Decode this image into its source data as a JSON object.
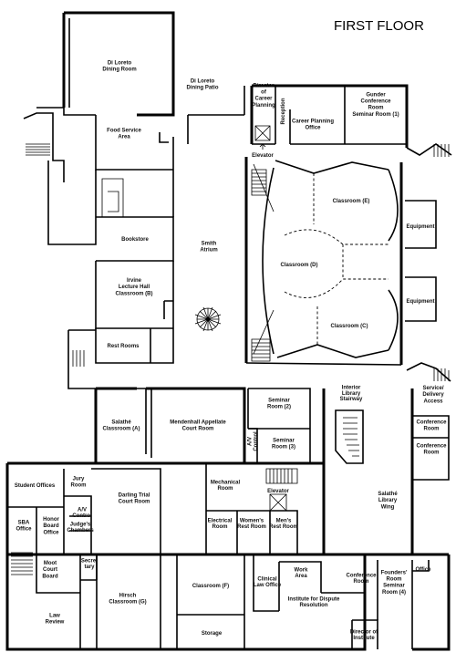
{
  "title": "FIRST FLOOR",
  "rooms": [
    {
      "id": "di-loreto-dining-room",
      "lines": [
        "Di Loreto",
        "Dining Room"
      ]
    },
    {
      "id": "di-loreto-dining-patio",
      "lines": [
        "Di Loreto",
        "Dining Patio"
      ]
    },
    {
      "id": "director-of-career-planning",
      "lines": [
        "Director",
        "of",
        "Career",
        "Planning"
      ]
    },
    {
      "id": "reception",
      "lines": [
        "Reception"
      ]
    },
    {
      "id": "career-planning-office",
      "lines": [
        "Career Planning",
        "Office"
      ]
    },
    {
      "id": "gunder-conference-room",
      "lines": [
        "Gunder",
        "Conference",
        "Room",
        "Seminar Room (1)"
      ]
    },
    {
      "id": "food-service-area",
      "lines": [
        "Food Service",
        "Area"
      ]
    },
    {
      "id": "elevator-top",
      "lines": [
        "Elevator"
      ]
    },
    {
      "id": "classroom-e",
      "lines": [
        "Classroom (E)"
      ]
    },
    {
      "id": "equipment-1",
      "lines": [
        "Equipment"
      ]
    },
    {
      "id": "bookstore",
      "lines": [
        "Bookstore"
      ]
    },
    {
      "id": "smith-atrium",
      "lines": [
        "Smith",
        "Atrium"
      ]
    },
    {
      "id": "classroom-d",
      "lines": [
        "Classroom (D)"
      ]
    },
    {
      "id": "equipment-2",
      "lines": [
        "Equipment"
      ]
    },
    {
      "id": "irvine-lecture-hall",
      "lines": [
        "Irvine",
        "Lecture Hall",
        "Classroom (B)"
      ]
    },
    {
      "id": "classroom-c",
      "lines": [
        "Classroom (C)"
      ]
    },
    {
      "id": "rest-rooms",
      "lines": [
        "Rest Rooms"
      ]
    },
    {
      "id": "interior-library-stairway",
      "lines": [
        "Interior",
        "Library",
        "Stairway"
      ]
    },
    {
      "id": "service-delivery-access",
      "lines": [
        "Service/",
        "Delivery",
        "Access"
      ]
    },
    {
      "id": "seminar-room-2",
      "lines": [
        "Seminar",
        "Room (2)"
      ]
    },
    {
      "id": "salathe-classroom-a",
      "lines": [
        "Salathé",
        "Classroom (A)"
      ]
    },
    {
      "id": "mendenhall-appellate-court-room",
      "lines": [
        "Mendenhall Appellate",
        "Court Room"
      ]
    },
    {
      "id": "av-control-1",
      "lines": [
        "A/V",
        "Control"
      ]
    },
    {
      "id": "seminar-room-3",
      "lines": [
        "Seminar",
        "Room (3)"
      ]
    },
    {
      "id": "conference-room-1",
      "lines": [
        "Conference",
        "Room"
      ]
    },
    {
      "id": "conference-room-2",
      "lines": [
        "Conference",
        "Room"
      ]
    },
    {
      "id": "student-offices",
      "lines": [
        "Student Offices"
      ]
    },
    {
      "id": "jury-room",
      "lines": [
        "Jury",
        "Room"
      ]
    },
    {
      "id": "darling-trial-court-room",
      "lines": [
        "Darling Trial",
        "Court Room"
      ]
    },
    {
      "id": "mechanical-room",
      "lines": [
        "Mechanical",
        "Room"
      ]
    },
    {
      "id": "elevator-bottom",
      "lines": [
        "Elevator"
      ]
    },
    {
      "id": "salathe-library-wing",
      "lines": [
        "Salathé",
        "Library",
        "Wing"
      ]
    },
    {
      "id": "av-control-2",
      "lines": [
        "A/V",
        "Control"
      ]
    },
    {
      "id": "sba-office",
      "lines": [
        "SBA",
        "Office"
      ]
    },
    {
      "id": "honor-board-office",
      "lines": [
        "Honor",
        "Board",
        "Office"
      ]
    },
    {
      "id": "judges-chambers",
      "lines": [
        "Judge's",
        "Chambers"
      ]
    },
    {
      "id": "electrical-room",
      "lines": [
        "Electrical",
        "Room"
      ]
    },
    {
      "id": "womens-rest-room",
      "lines": [
        "Women's",
        "Rest Room"
      ]
    },
    {
      "id": "mens-rest-room",
      "lines": [
        "Men's",
        "Rest Room"
      ]
    },
    {
      "id": "moot-court-board",
      "lines": [
        "Moot",
        "Court",
        "Board"
      ]
    },
    {
      "id": "secretary",
      "lines": [
        "Secre-",
        "tary"
      ]
    },
    {
      "id": "hirsch-classroom-g",
      "lines": [
        "Hirsch",
        "Classroom (G)"
      ]
    },
    {
      "id": "classroom-f",
      "lines": [
        "Classroom (F)"
      ]
    },
    {
      "id": "clinical-law-office",
      "lines": [
        "Clinical",
        "Law Office"
      ]
    },
    {
      "id": "work-area",
      "lines": [
        "Work",
        "Area"
      ]
    },
    {
      "id": "conference-room-3",
      "lines": [
        "Conference",
        "Room"
      ]
    },
    {
      "id": "founders-room",
      "lines": [
        "Founders'",
        "Room",
        "Seminar",
        "Room (4)"
      ]
    },
    {
      "id": "office",
      "lines": [
        "Office"
      ]
    },
    {
      "id": "institute-for-dispute-resolution",
      "lines": [
        "Institute for Dispute",
        "Resolution"
      ]
    },
    {
      "id": "law-review",
      "lines": [
        "Law",
        "Review"
      ]
    },
    {
      "id": "storage",
      "lines": [
        "Storage"
      ]
    },
    {
      "id": "director-of-institute",
      "lines": [
        "Director of",
        "Institute"
      ]
    }
  ]
}
